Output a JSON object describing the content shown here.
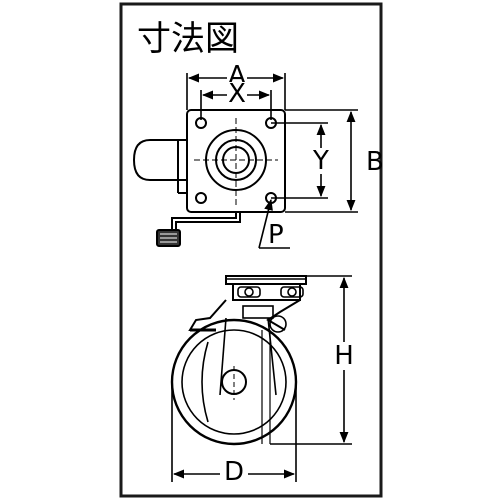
{
  "diagram": {
    "title": "寸法図",
    "top_view": {
      "label_a": "A",
      "label_x": "X",
      "label_y": "Y",
      "label_b": "B",
      "label_p": "P"
    },
    "side_view": {
      "label_h": "H",
      "label_d": "D"
    }
  },
  "colors": {
    "frame": "#1a1a1a",
    "line": "#000000",
    "background": "#ffffff"
  }
}
